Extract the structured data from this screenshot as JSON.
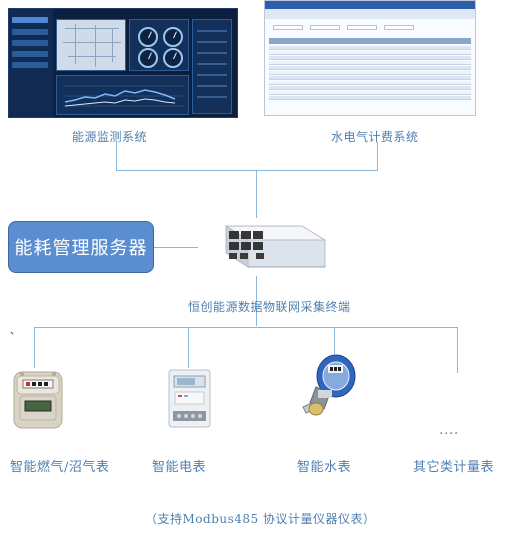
{
  "diagram": {
    "top_left_label": "能源监测系统",
    "top_right_label": "水电气计费系统",
    "server_label": "能耗管理服务器",
    "gateway_label": "恒创能源数据物联网采集终端",
    "stray_mark": "、",
    "devices": [
      {
        "label": "智能燃气/沼气表",
        "icon": "gas-meter-icon"
      },
      {
        "label": "智能电表",
        "icon": "electric-meter-icon"
      },
      {
        "label": "智能水表",
        "icon": "water-meter-icon"
      },
      {
        "label": "其它类计量表",
        "icon": "ellipsis-icon"
      }
    ],
    "ellipsis": "....",
    "bottom_note": "（支持Modbus485 协议计量仪器仪表）"
  },
  "colors": {
    "text_blue": "#4f7fb0",
    "line_blue": "#8fb8d8",
    "server_fill": "#5b8ed0",
    "dashboard_bg": "#0d1f3f"
  }
}
